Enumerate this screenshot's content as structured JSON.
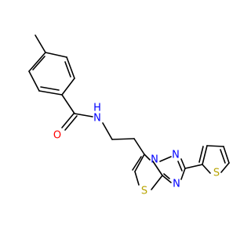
{
  "molecule": {
    "atom_labels": {
      "amide_oxygen": "O",
      "amide_nitrogen_N": "N",
      "amide_nitrogen_H": "H",
      "triazole_n_top": "N",
      "triazole_n_right": "N",
      "triazole_n_bottom": "N",
      "thiazole_sulfur": "S",
      "thiophene_sulfur": "S"
    },
    "colors": {
      "bond": "#000000",
      "nitrogen": "#0000ff",
      "oxygen": "#ff0000",
      "sulfur": "#b8a400"
    }
  }
}
